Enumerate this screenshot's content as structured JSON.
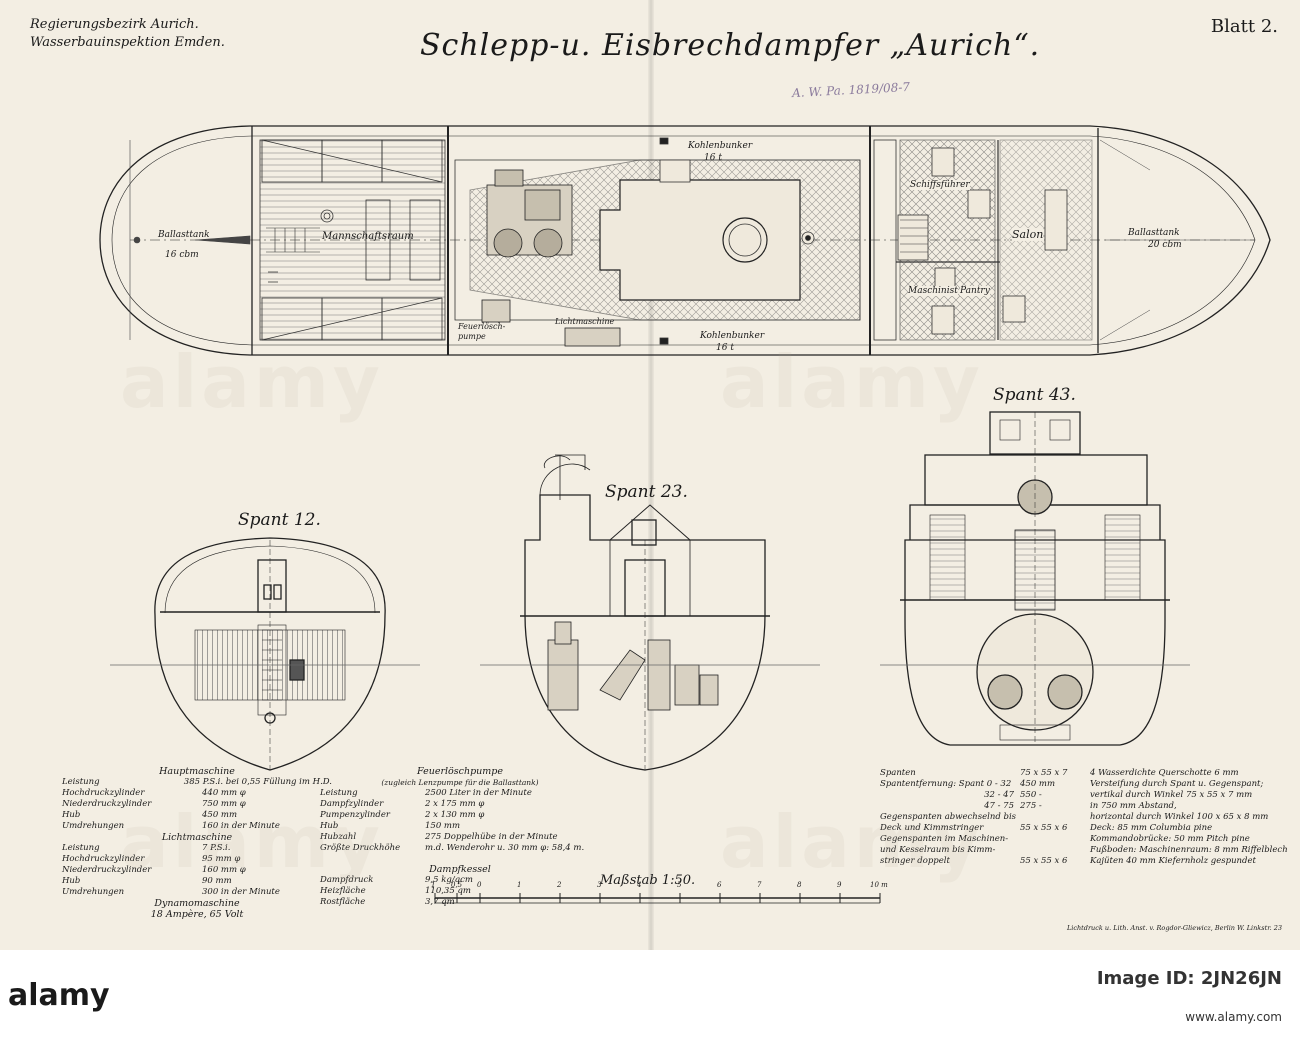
{
  "header": {
    "district_line1": "Regierungsbezirk Aurich.",
    "district_line2": "Wasserbauinspektion Emden.",
    "title": "Schlepp-u. Eisbrechdampfer „Aurich“.",
    "sheet": "Blatt 2.",
    "stamp": "A. W. Pa. 1819/08-7"
  },
  "plan_labels": {
    "ballasttank_aft": "Ballasttank",
    "ballasttank_aft_vol": "16 cbm",
    "mannschaftsraum": "Mannschaftsraum",
    "kohlenbunker_top": "Kohlenbunker",
    "kohlenbunker_top_vol": "16 t",
    "kohlenbunker_bottom": "Kohlenbunker",
    "kohlenbunker_bottom_vol": "16 t",
    "feuerloeschpumpe": "Feuerlösch-pumpe",
    "lichtmaschine": "Lichtmaschine",
    "schiffsfuehrer": "Schiffsführer",
    "maschinist": "Maschinist",
    "pantry": "Pantry",
    "salon": "Salon",
    "ballasttank_fwd": "Ballasttank",
    "ballasttank_fwd_vol": "20 cbm"
  },
  "sections": {
    "spant12": "Spant 12.",
    "spant23": "Spant 23.",
    "spant43": "Spant 43."
  },
  "tables": {
    "hauptmaschine": {
      "heading": "Hauptmaschine",
      "rows": [
        [
          "Leistung",
          "385 P.S.i. bei 0,55 Füllung im H.D."
        ],
        [
          "Hochdruckzylinder",
          "440 mm φ"
        ],
        [
          "Niederdruckzylinder",
          "750 mm φ"
        ],
        [
          "Hub",
          "450 mm"
        ],
        [
          "Umdrehungen",
          "160 in der Minute"
        ]
      ]
    },
    "lichtmaschine": {
      "heading": "Lichtmaschine",
      "rows": [
        [
          "Leistung",
          "7 P.S.i."
        ],
        [
          "Hochdruckzylinder",
          "95 mm φ"
        ],
        [
          "Niederdruckzylinder",
          "160 mm φ"
        ],
        [
          "Hub",
          "90 mm"
        ],
        [
          "Umdrehungen",
          "300 in der Minute"
        ]
      ]
    },
    "dynamo": {
      "heading": "Dynamomaschine",
      "line": "18 Ampère, 65 Volt"
    },
    "feuerloesch": {
      "heading": "Feuerlöschpumpe",
      "subheading": "(zugleich Lenzpumpe für die Ballasttank)",
      "rows": [
        [
          "Leistung",
          "2500 Liter in der Minute"
        ],
        [
          "Dampfzylinder",
          "2 x 175 mm φ"
        ],
        [
          "Pumpenzylinder",
          "2 x 130 mm φ"
        ],
        [
          "Hub",
          "150 mm"
        ],
        [
          "Hubzahl",
          "275 Doppelhübe in der Minute"
        ],
        [
          "Größte Druckhöhe",
          "m.d. Wenderohr u. 30 mm φ: 58,4 m."
        ]
      ]
    },
    "dampfkessel": {
      "heading": "Dampfkessel",
      "rows": [
        [
          "Dampfdruck",
          "9,5 kg/qcm"
        ],
        [
          "Heizfläche",
          "110,35 qm"
        ],
        [
          "Rostfläche",
          "3,7 qm"
        ]
      ]
    },
    "spanten": {
      "rows": [
        [
          "Spanten",
          "75 x 55 x 7"
        ],
        [
          "Spantentfernung: Spant 0 - 32",
          "450 mm"
        ],
        [
          "32 - 47",
          "550 -"
        ],
        [
          "47 - 75",
          "275 -"
        ],
        [
          "Gegenspanten abwechselnd bis",
          ""
        ],
        [
          "Deck und Kimmstringer",
          "55 x 55 x 6"
        ],
        [
          "Gegenspanten im Maschinen-",
          ""
        ],
        [
          "und Kesselraum bis Kimm-",
          ""
        ],
        [
          "stringer doppelt",
          "55 x 55 x 6"
        ]
      ]
    },
    "schotte": {
      "lines": [
        "4 Wasserdichte Querschotte 6 mm",
        "Versteifung durch Spant u. Gegenspant;",
        "vertikal durch Winkel 75 x 55 x 7 mm",
        "in 750 mm Abstand,",
        "horizontal durch Winkel 100 x 65 x 8 mm",
        "Deck: 85 mm Columbia pine",
        "Kommandobrücke: 50 mm Pitch pine",
        "Fußboden: Maschinenraum: 8 mm Riffelblech",
        "Kajüten 40 mm Kiefernholz gespundet"
      ]
    }
  },
  "scale": {
    "title": "Maßstab 1:50.",
    "ticks": [
      "1",
      "0,5",
      "0",
      "1",
      "2",
      "3",
      "4",
      "5",
      "6",
      "7",
      "8",
      "9",
      "10 m"
    ]
  },
  "printer": "Lichtdruck u. Lith. Anst. v. Rogdor-Gliewicz, Berlin W. Linkstr. 23",
  "footer": {
    "logo": "alamy",
    "image_id_label": "Image ID: 2JN26JN",
    "url": "www.alamy.com"
  }
}
